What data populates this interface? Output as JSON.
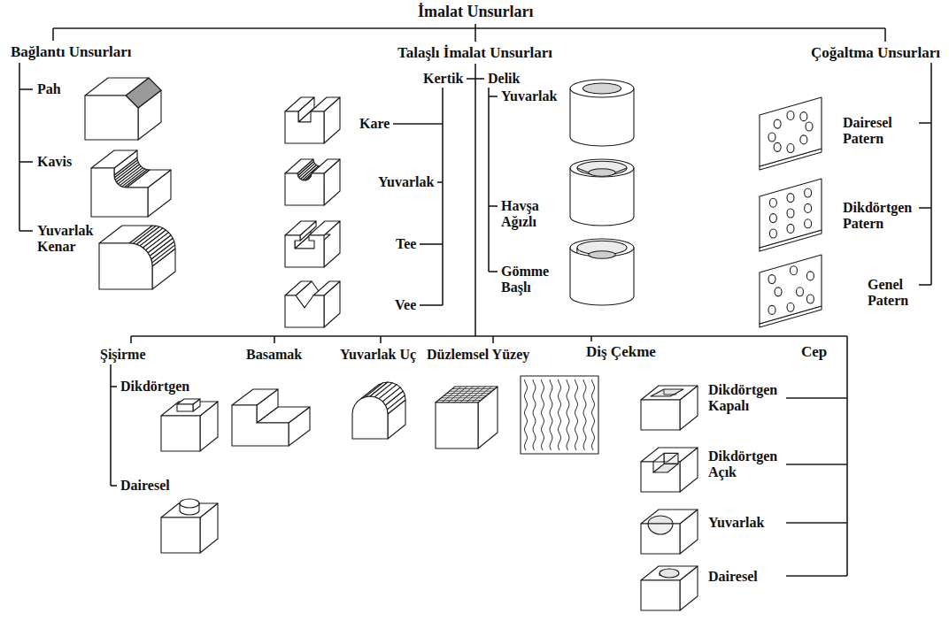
{
  "diagram": {
    "title": "İmalat Unsurları",
    "labels": [
      "Bağlantı Unsurları",
      "Talaşlı İmalat Unsurları",
      "Çoğaltma Unsurları",
      "Pah",
      "Kertik",
      "Delik",
      "Kare",
      "Kavis",
      "Yuvarlak",
      "Yuvarlak",
      "Dairesel Patern",
      "Havşa Ağızlı",
      "Dikdörtgen Patern",
      "Tee",
      "Yuvarlak Kenar",
      "Vee",
      "Gömme Başlı",
      "Genel Patern",
      "Şişirme",
      "Basamak",
      "Yuvarlak Uç",
      "Düzlemsel Yüzey",
      "Diş Çekme",
      "Cep",
      "Dikdörtgen",
      "Dikdörtgen Kapalı",
      "Dikdörtgen Açık",
      "Dairesel",
      "Yuvarlak",
      "Dairesel"
    ]
  }
}
